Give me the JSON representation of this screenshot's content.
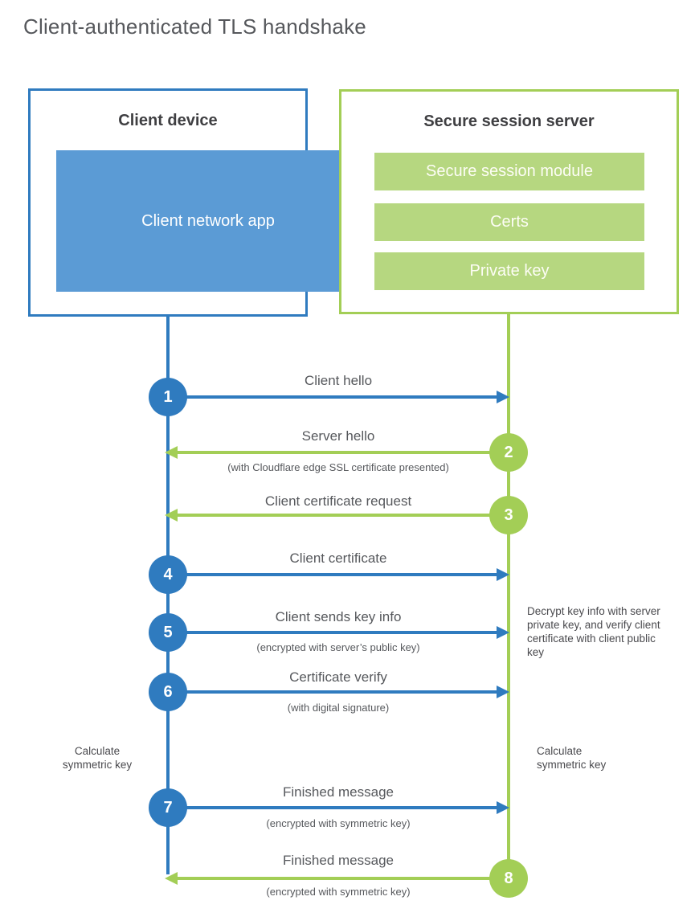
{
  "title": "Client-authenticated TLS handshake",
  "colors": {
    "blue": "#2f7bbf",
    "blue_fill": "#5b9bd5",
    "green": "#a3ce56",
    "green_fill": "#b6d780"
  },
  "client_box": {
    "title": "Client device",
    "app_label": "Client network app"
  },
  "server_box": {
    "title": "Secure session server",
    "modules": [
      {
        "label": "Secure session module"
      },
      {
        "label": "Certs"
      },
      {
        "label": "Private key"
      }
    ]
  },
  "steps": [
    {
      "num": "1",
      "label": "Client hello",
      "direction": "right",
      "from": "client"
    },
    {
      "num": "2",
      "label": "Server hello",
      "sub": "(with Cloudflare edge SSL certificate presented)",
      "direction": "left",
      "from": "server"
    },
    {
      "num": "3",
      "label": "Client certificate request",
      "direction": "left",
      "from": "server"
    },
    {
      "num": "4",
      "label": "Client certificate",
      "direction": "right",
      "from": "client"
    },
    {
      "num": "5",
      "label": "Client sends key info",
      "sub": "(encrypted with server’s public key)",
      "direction": "right",
      "from": "client"
    },
    {
      "num": "6",
      "label": "Certificate verify",
      "sub": "(with digital signature)",
      "direction": "right",
      "from": "client"
    },
    {
      "num": "7",
      "label": "Finished message",
      "sub": "(encrypted with symmetric key)",
      "direction": "right",
      "from": "client"
    },
    {
      "num": "8",
      "label": "Finished message",
      "sub": "(encrypted with symmetric key)",
      "direction": "left",
      "from": "server"
    }
  ],
  "annotations": {
    "server_note": "Decrypt key info with server private key, and verify client certificate with client public key",
    "calc_left": "Calculate symmetric key",
    "calc_right": "Calculate symmetric key"
  }
}
